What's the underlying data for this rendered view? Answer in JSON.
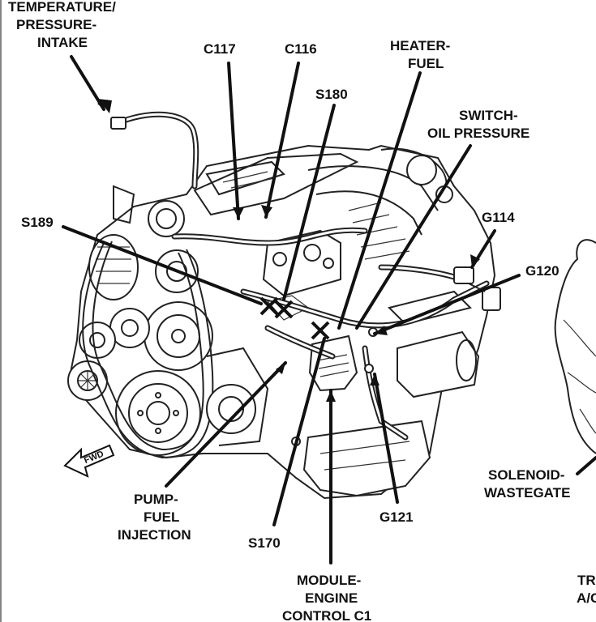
{
  "labels": {
    "temp_line1": "TEMPERATURE/",
    "temp_line2": "PRESSURE-",
    "temp_line3": "INTAKE",
    "c117": "C117",
    "c116": "C116",
    "heater_line1": "HEATER-",
    "heater_line2": "FUEL",
    "s180": "S180",
    "switch_line1": "SWITCH-",
    "switch_line2": "OIL PRESSURE",
    "s189": "S189",
    "g114": "G114",
    "g120": "G120",
    "pump_line1": "PUMP-",
    "pump_line2": "FUEL",
    "pump_line3": "INJECTION",
    "s170": "S170",
    "g121": "G121",
    "solenoid_line1": "SOLENOID-",
    "solenoid_line2": "WASTEGATE",
    "module_line1": "MODULE-",
    "module_line2": "ENGINE",
    "module_line3": "CONTROL C1",
    "edge_tr": "TR",
    "edge_ac": "A/C",
    "fwd": "FWD"
  }
}
